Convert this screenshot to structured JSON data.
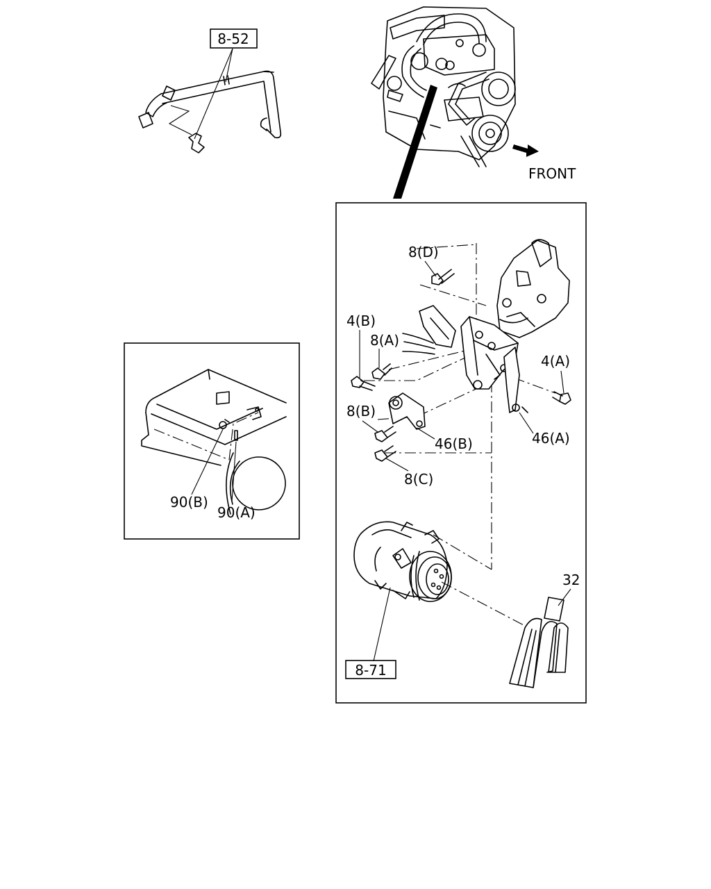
{
  "labels": {
    "ref_8_52": "8-52",
    "front": "FRONT",
    "label_90B": "90(B)",
    "label_90A": "90(A)",
    "label_8D": "8(D)",
    "label_4B": "4(B)",
    "label_8A": "8(A)",
    "label_4A": "4(A)",
    "label_8B": "8(B)",
    "label_46B": "46(B)",
    "label_46A": "46(A)",
    "label_8C": "8(C)",
    "label_32": "32",
    "ref_8_71": "8-71"
  }
}
